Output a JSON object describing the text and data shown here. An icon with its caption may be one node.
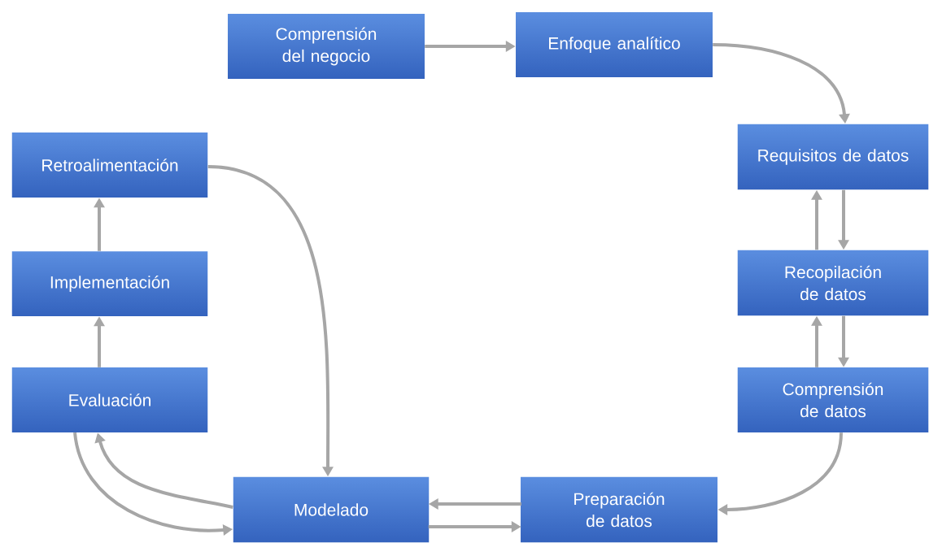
{
  "diagram": {
    "nodes": [
      {
        "text": [
          "Comprensión del negocio"
        ]
      },
      {
        "text": [
          "Enfoque analítico"
        ]
      },
      {
        "text": [
          "Requisitos de datos"
        ]
      },
      {
        "text": [
          "Retroalimentación"
        ]
      },
      {
        "text": [
          "Implementación"
        ]
      },
      {
        "text": [
          "Recopilación de datos"
        ]
      },
      {
        "text": [
          "Evaluación"
        ]
      },
      {
        "text": [
          "Comprensión de datos"
        ]
      },
      {
        "text": [
          "Modelado"
        ]
      },
      {
        "text": [
          "Preparación de datos"
        ]
      }
    ],
    "edges": [
      {
        "from": 0,
        "to": 1,
        "arrow": "to"
      },
      {
        "from": 1,
        "to": 2,
        "arrow": "to"
      },
      {
        "from": 2,
        "to": 5,
        "arrow": "to"
      },
      {
        "from": 5,
        "to": 2,
        "arrow": "to"
      },
      {
        "from": 5,
        "to": 7,
        "arrow": "to"
      },
      {
        "from": 7,
        "to": 5,
        "arrow": "to"
      },
      {
        "from": 7,
        "to": 9,
        "arrow": "to"
      },
      {
        "from": 9,
        "to": 8,
        "arrow": "to"
      },
      {
        "from": 8,
        "to": 9,
        "arrow": "to"
      },
      {
        "from": 8,
        "to": 6,
        "arrow": "to"
      },
      {
        "from": 6,
        "to": 8,
        "arrow": "to"
      },
      {
        "from": 6,
        "to": 4,
        "arrow": "to"
      },
      {
        "from": 4,
        "to": 3,
        "arrow": "to"
      },
      {
        "from": 3,
        "to": 8,
        "arrow": "to"
      }
    ]
  }
}
